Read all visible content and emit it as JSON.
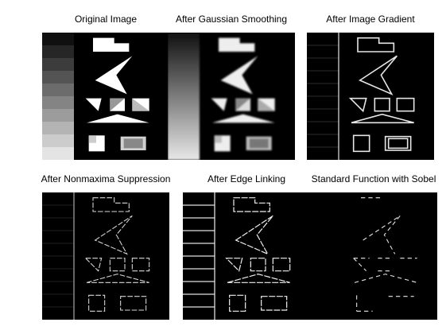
{
  "figure": {
    "background": "#ffffff",
    "image_background": "#000000",
    "foreground": "#ffffff"
  },
  "panels": [
    {
      "id": "original",
      "title": "Original Image"
    },
    {
      "id": "gaussian",
      "title": "After Gaussian Smoothing"
    },
    {
      "id": "gradient",
      "title": "After Image Gradient"
    },
    {
      "id": "nonmax",
      "title": "After Nonmaxima Suppression"
    },
    {
      "id": "linking",
      "title": "After Edge Linking"
    },
    {
      "id": "sobel",
      "title": "Standard Function with Sobel"
    }
  ]
}
